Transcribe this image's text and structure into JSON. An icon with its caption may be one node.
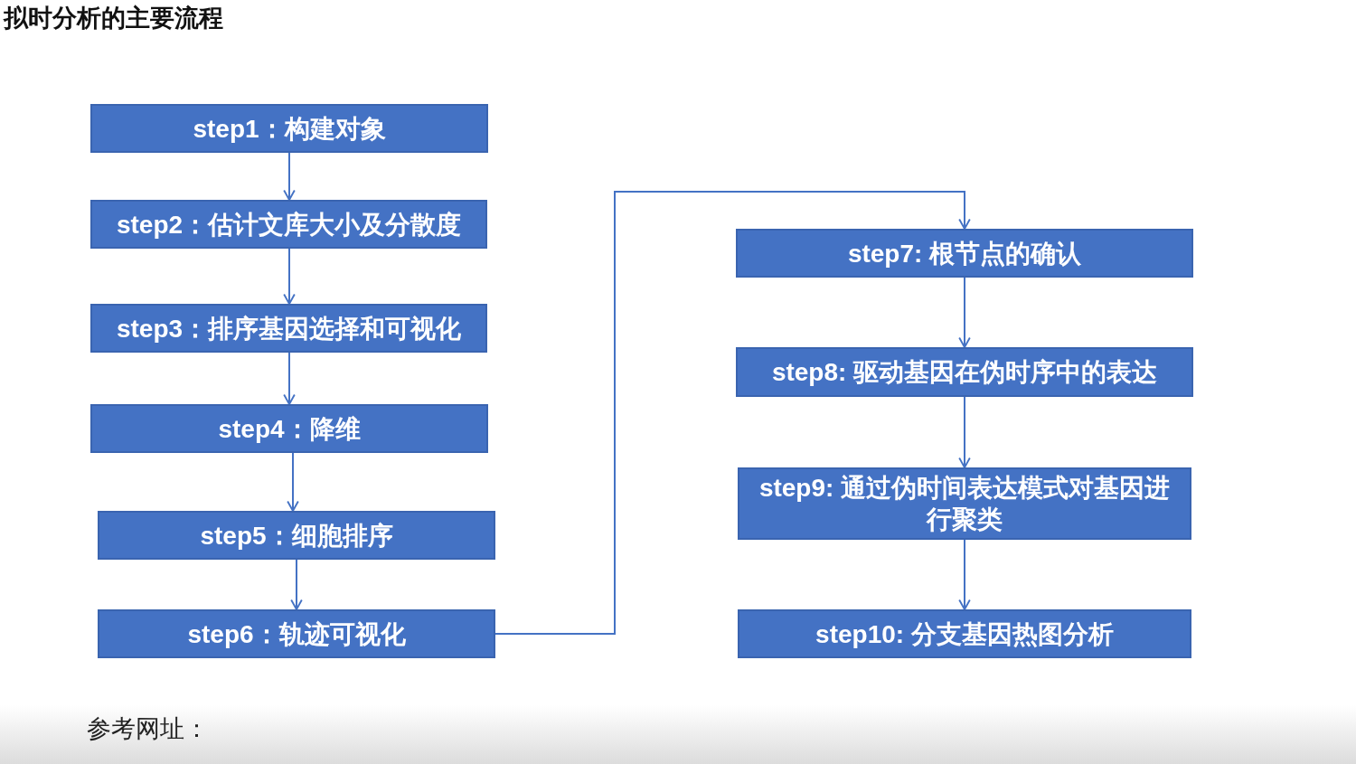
{
  "diagram": {
    "title": "拟时分析的主要流程",
    "nodes": [
      {
        "text": [
          "step1：构建对象"
        ]
      },
      {
        "text": [
          "step2：估计文库大小及分散度"
        ]
      },
      {
        "text": [
          "step3：排序基因选择和可视化"
        ]
      },
      {
        "text": [
          "step4：降维"
        ]
      },
      {
        "text": [
          "step5：细胞排序"
        ]
      },
      {
        "text": [
          "step6：轨迹可视化"
        ]
      },
      {
        "text": [
          "step7: 根节点的确认"
        ]
      },
      {
        "text": [
          "step8: 驱动基因在伪时序中的表达"
        ]
      },
      {
        "text": [
          "step9: 通过伪时间表达模式对基因进行聚类"
        ]
      },
      {
        "text": [
          "step10: 分支基因热图分析"
        ]
      }
    ],
    "edges": [
      {
        "from": 0,
        "to": 1,
        "arrow": "to"
      },
      {
        "from": 1,
        "to": 2,
        "arrow": "to"
      },
      {
        "from": 2,
        "to": 3,
        "arrow": "to"
      },
      {
        "from": 3,
        "to": 4,
        "arrow": "to"
      },
      {
        "from": 4,
        "to": 5,
        "arrow": "to"
      },
      {
        "from": 5,
        "to": 6,
        "arrow": "to"
      },
      {
        "from": 6,
        "to": 7,
        "arrow": "to"
      },
      {
        "from": 7,
        "to": 8,
        "arrow": "to"
      },
      {
        "from": 8,
        "to": 9,
        "arrow": "to"
      }
    ],
    "labels": [
      "参考网址："
    ]
  }
}
